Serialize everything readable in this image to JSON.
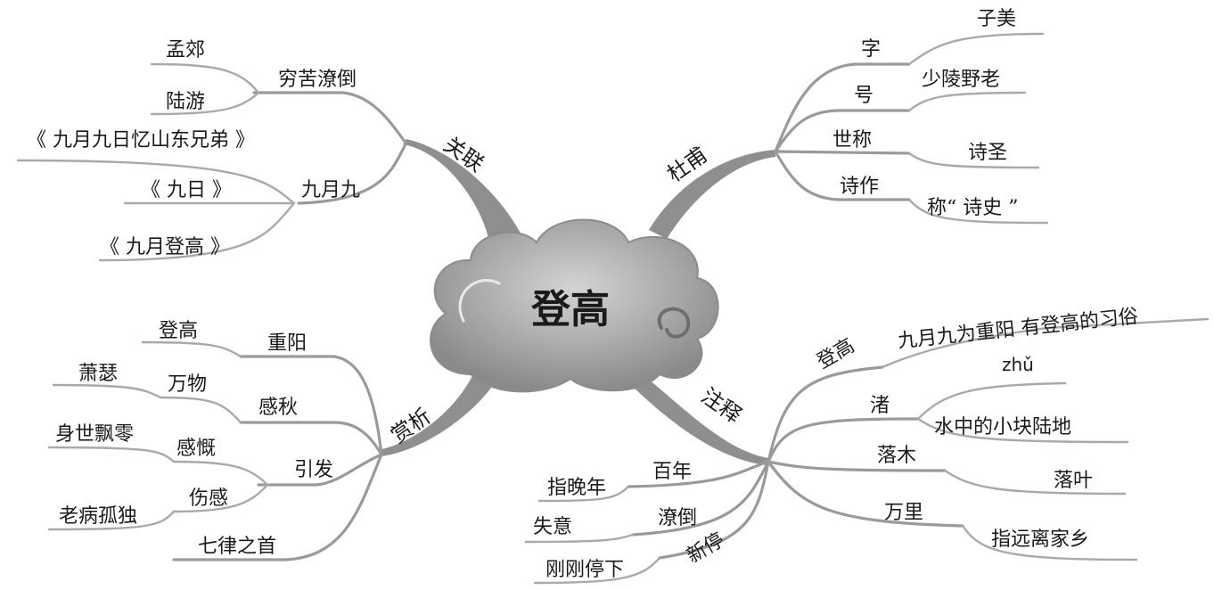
{
  "center": {
    "title": "登高"
  },
  "branches": {
    "guanlian": {
      "label": "关联",
      "qiongku": {
        "label": "穷苦潦倒",
        "meng": "孟郊",
        "lu": "陆游"
      },
      "jiuyuejiu": {
        "label": "九月九",
        "poem1": "《 九月九日忆山东兄弟 》",
        "poem2": "《 九日 》",
        "poem3": "《 九月登高 》"
      }
    },
    "dufu": {
      "label": "杜甫",
      "zi": {
        "label": "字",
        "value": "子美"
      },
      "hao": {
        "label": "号",
        "value": "少陵野老"
      },
      "shicheng": {
        "label": "世称",
        "value": "诗圣"
      },
      "shizuo": {
        "label": "诗作",
        "value": "称“ 诗史 ”"
      }
    },
    "shangxi": {
      "label": "赏析",
      "chongyang": {
        "label": "重阳",
        "child": "登高"
      },
      "ganqiu": {
        "label": "感秋",
        "wanwu": "万物",
        "xiaose": "萧瑟"
      },
      "yinfa": {
        "label": "引发",
        "gankai": "感慨",
        "shenshi": "身世飘零",
        "shanggan": "伤感",
        "laobing": "老病孤独"
      },
      "qilv": "七律之首"
    },
    "zhushi": {
      "label": "注释",
      "denggao": {
        "label": "登高",
        "value": "九月九为重阳  有登高的习俗"
      },
      "zhu": {
        "label": "渚",
        "pinyin": "zhǔ",
        "value": "水中的小块陆地"
      },
      "luomu": {
        "label": "落木",
        "value": "落叶"
      },
      "wanli": {
        "label": "万里",
        "value": "指远离家乡"
      },
      "bainian": {
        "label": "百年",
        "value": "指晚年"
      },
      "liaodao": {
        "label": "潦倒",
        "value": "失意"
      },
      "xinting": {
        "label": "新停",
        "value": "刚刚停下"
      }
    }
  },
  "colors": {
    "line": "#a9a9a9",
    "trunk": "#8f8f8f",
    "cloud": "#9c9c9c",
    "text": "#1a1a1a"
  }
}
